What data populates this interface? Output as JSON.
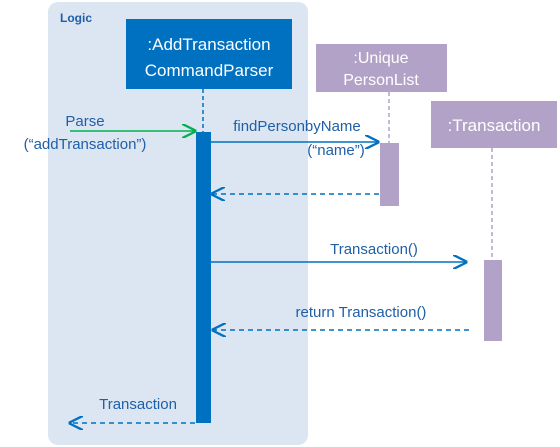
{
  "frame": {
    "label": "Logic",
    "color": "#dce6f2"
  },
  "lifelines": {
    "parser": {
      "line1": ":AddTransaction",
      "line2": "CommandParser",
      "color": "#0070c0"
    },
    "unique": {
      "line1": ":Unique",
      "line2": "PersonList",
      "color": "#b3a2c7"
    },
    "transaction": {
      "line1": ":Transaction",
      "color": "#b3a2c7"
    }
  },
  "messages": {
    "parse": {
      "line1": "Parse",
      "line2": "(“addTransaction”)",
      "color": "#00b050"
    },
    "find": {
      "line1": "findPersonbyName",
      "line2": "(“name”)"
    },
    "construct": {
      "label": "Transaction()"
    },
    "return_construct": {
      "label": "return Transaction()"
    },
    "return_result": {
      "label": "Transaction"
    }
  },
  "colors": {
    "message": "#0070c0",
    "text_blue": "#1f5fa8"
  }
}
